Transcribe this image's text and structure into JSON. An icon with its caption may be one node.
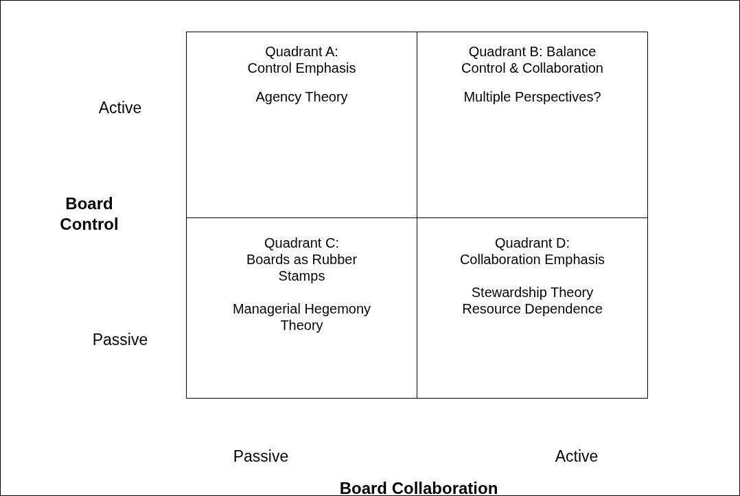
{
  "diagram": {
    "nodes": [
      {
        "text": [
          "Quadrant A: Control Emphasis",
          "Agency Theory"
        ]
      },
      {
        "text": [
          "Quadrant B: Balance Control & Collaboration",
          "Multiple Perspectives?"
        ]
      },
      {
        "text": [
          "Quadrant C: Boards as Rubber Stamps",
          "Managerial Hegemony Theory"
        ]
      },
      {
        "text": [
          "Quadrant D: Collaboration Emphasis",
          "Stewardship Theory Resource Dependence"
        ]
      }
    ],
    "labels": [
      "Active",
      "Board Control",
      "Passive",
      "Passive",
      "Active",
      "Board Collaboration"
    ]
  }
}
